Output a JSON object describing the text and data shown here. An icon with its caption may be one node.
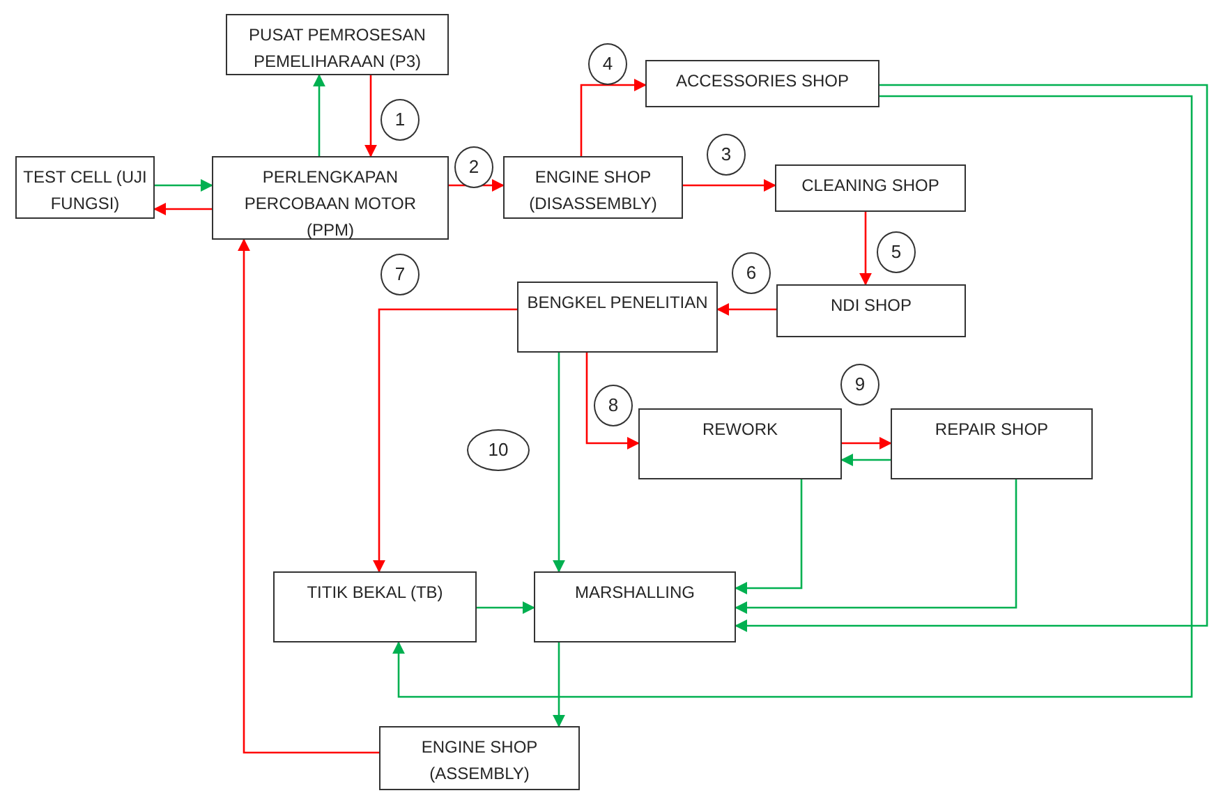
{
  "diagram": {
    "nodes": [
      {
        "text": [
          "PUSAT PEMROSESAN PEMELIHARAAN (P3)"
        ]
      },
      {
        "text": [
          "TEST CELL (UJI FUNGSI)"
        ]
      },
      {
        "text": [
          "PERLENGKAPAN PERCOBAAN MOTOR (PPM)"
        ]
      },
      {
        "text": [
          "ENGINE SHOP (DISASSEMBLY)"
        ]
      },
      {
        "text": [
          "ACCESSORIES SHOP"
        ]
      },
      {
        "text": [
          "CLEANING SHOP"
        ]
      },
      {
        "text": [
          "NDI SHOP"
        ]
      },
      {
        "text": [
          "BENGKEL PENELITIAN"
        ]
      },
      {
        "text": [
          "REWORK"
        ]
      },
      {
        "text": [
          "REPAIR SHOP"
        ]
      },
      {
        "text": [
          "TITIK BEKAL (TB)"
        ]
      },
      {
        "text": [
          "MARSHALLING"
        ]
      },
      {
        "text": [
          "ENGINE SHOP (ASSEMBLY)"
        ]
      },
      {
        "text": [
          "1"
        ]
      },
      {
        "text": [
          "2"
        ]
      },
      {
        "text": [
          "3"
        ]
      },
      {
        "text": [
          "4"
        ]
      },
      {
        "text": [
          "5"
        ]
      },
      {
        "text": [
          "6"
        ]
      },
      {
        "text": [
          "7"
        ]
      },
      {
        "text": [
          "8"
        ]
      },
      {
        "text": [
          "9"
        ]
      },
      {
        "text": [
          "10"
        ]
      }
    ],
    "edges": [
      {
        "from": 2,
        "to": 0,
        "arrow": "to",
        "color": "#00b050"
      },
      {
        "from": 0,
        "to": 2,
        "arrow": "to"
      },
      {
        "from": 1,
        "to": 2,
        "arrow": "to",
        "color": "#00b050"
      },
      {
        "from": 2,
        "to": 1,
        "arrow": "to"
      },
      {
        "from": 2,
        "to": 3,
        "arrow": "to"
      },
      {
        "from": 3,
        "to": 4,
        "arrow": "to"
      },
      {
        "from": 3,
        "to": 5,
        "arrow": "to"
      },
      {
        "from": 5,
        "to": 6,
        "arrow": "to"
      },
      {
        "from": 6,
        "to": 7,
        "arrow": "to"
      },
      {
        "from": 7,
        "to": 10,
        "arrow": "to"
      },
      {
        "from": 7,
        "to": 8,
        "arrow": "to"
      },
      {
        "from": 7,
        "to": 11,
        "arrow": "to",
        "color": "#00b050"
      },
      {
        "from": 8,
        "to": 9,
        "arrow": "to"
      },
      {
        "from": 9,
        "to": 8,
        "arrow": "to",
        "color": "#00b050"
      },
      {
        "from": 8,
        "to": 11,
        "arrow": "to",
        "color": "#00b050"
      },
      {
        "from": 9,
        "to": 11,
        "arrow": "to",
        "color": "#00b050"
      },
      {
        "from": 4,
        "to": 11,
        "arrow": "to",
        "color": "#00b050"
      },
      {
        "from": 4,
        "to": 10,
        "arrow": "to",
        "color": "#00b050"
      },
      {
        "from": 10,
        "to": 11,
        "arrow": "to",
        "color": "#00b050"
      },
      {
        "from": 11,
        "to": 12,
        "arrow": "to",
        "color": "#00b050"
      },
      {
        "from": 12,
        "to": 2,
        "arrow": "to"
      }
    ]
  }
}
